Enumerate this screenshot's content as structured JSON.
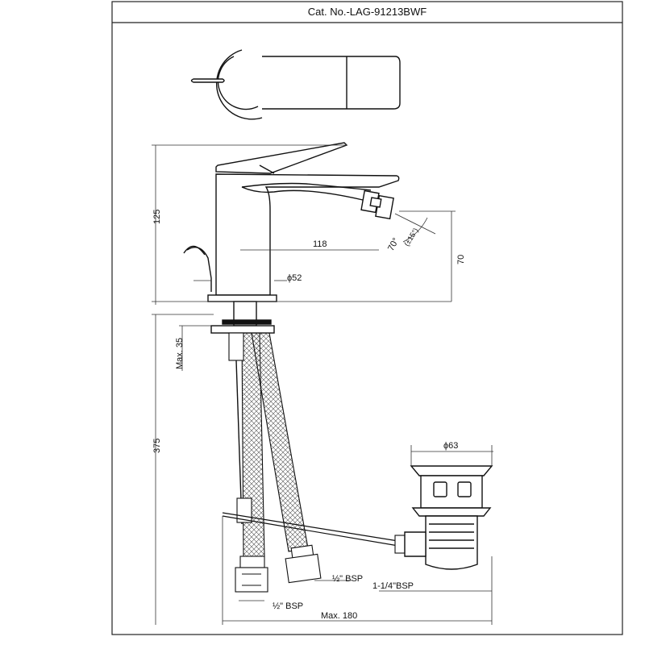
{
  "header": {
    "catalog_number": "Cat. No.-LAG-91213BWF"
  },
  "dimensions": {
    "overall_height": "125",
    "spout_reach": "118",
    "spout_angle": "70°",
    "spout_angle_tolerance": "(±15°)",
    "spout_height": "70",
    "base_diameter": "ϕ52",
    "max_deck_thickness": "Max. 35",
    "hose_length": "375",
    "waste_diameter": "ϕ63",
    "waste_thread": "1-1/4\"BSP",
    "hose_thread_1": "½\" BSP",
    "hose_thread_2": "½\" BSP",
    "max_width": "Max. 180"
  }
}
